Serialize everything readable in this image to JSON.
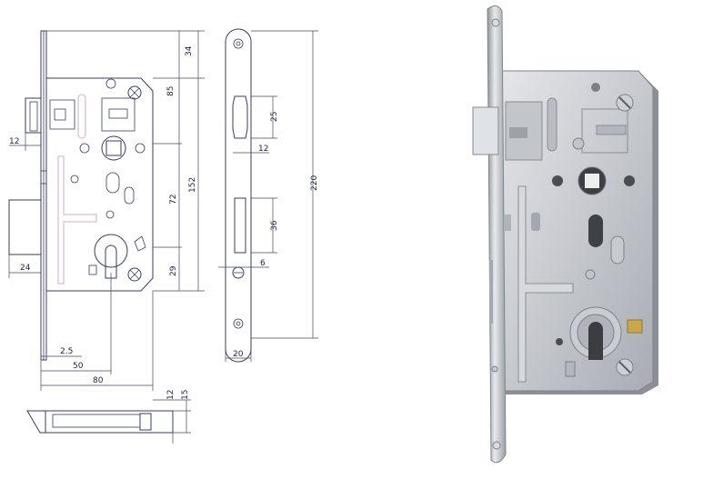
{
  "dimensions": {
    "d34": "34",
    "d85": "85",
    "d152": "152",
    "d72": "72",
    "d29": "29",
    "d12_left": "12",
    "d24": "24",
    "d2_5": "2.5",
    "d50": "50",
    "d80": "80",
    "d25": "25",
    "d12_side": "12",
    "d36": "36",
    "d6": "6",
    "d20": "20",
    "d220": "220",
    "d12_bottom": "12",
    "d15": "15"
  },
  "colors": {
    "drawing_line": "#3a3a6a",
    "plate_metal": "#c9ccd0",
    "plate_shadow": "#9ea2a8",
    "background": "#ffffff"
  },
  "icons": {
    "screw": "screw-icon",
    "cylinder": "cylinder-keyhole-icon"
  }
}
